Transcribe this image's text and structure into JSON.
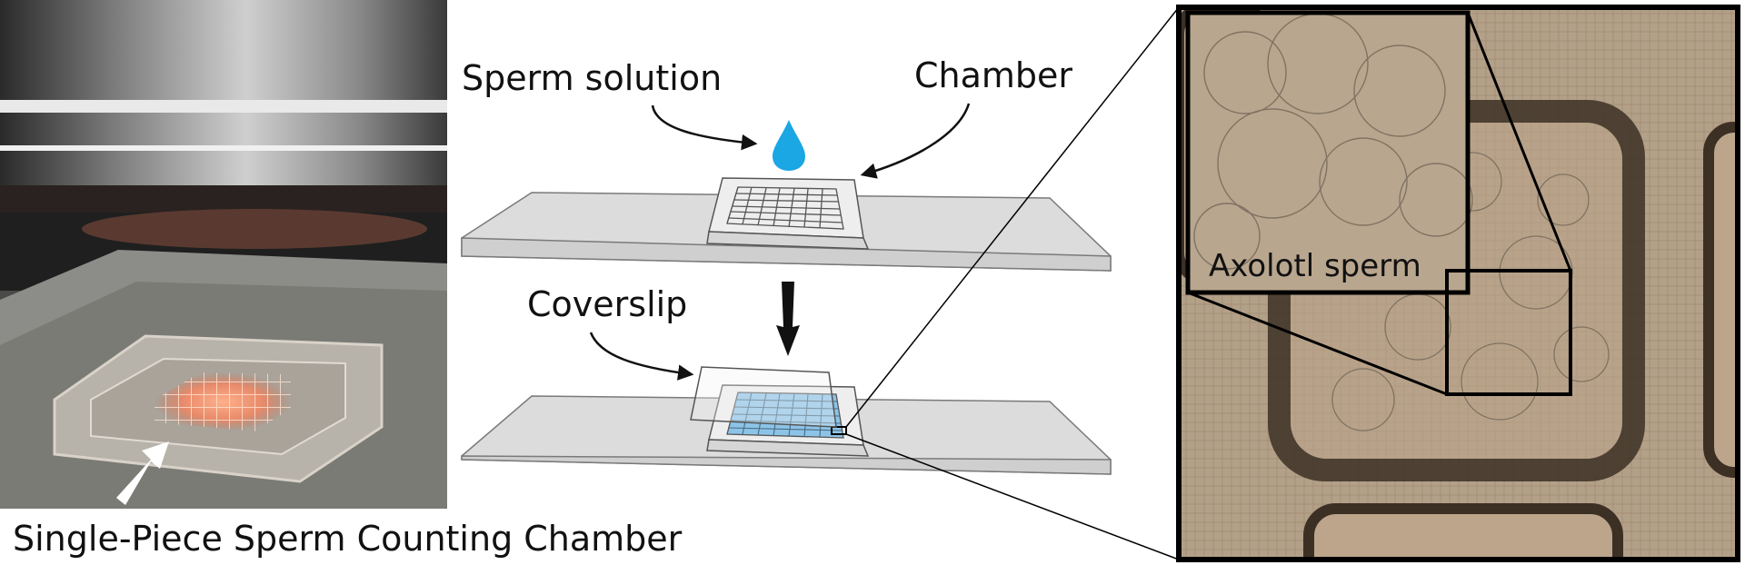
{
  "panels": {
    "photo": {
      "caption": "Single-Piece Sperm Counting Chamber"
    },
    "schematic": {
      "labels": {
        "sperm_solution": "Sperm solution",
        "chamber": "Chamber",
        "coverslip": "Coverslip"
      }
    },
    "micrograph": {
      "inset_label": "Axolotl sperm"
    }
  },
  "colors": {
    "droplet": "#1aa7e4",
    "filled_grid": "#8cc4e8",
    "slide": "#dcdcdc",
    "micrograph_background": "#b09a82",
    "micrograph_border": "#3c3025",
    "frame": "#000000"
  }
}
